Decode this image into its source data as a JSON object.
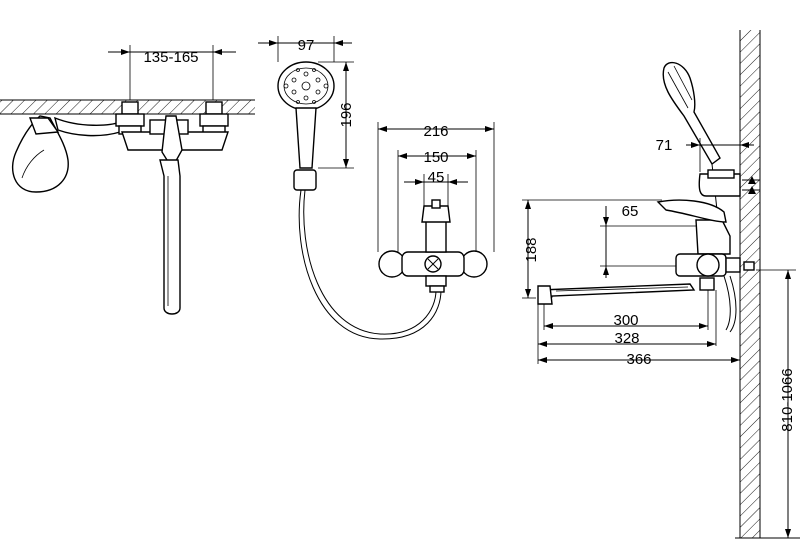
{
  "dimensions": {
    "deck_spacing": "135-165",
    "handshower_width": "97",
    "handshower_height": "196",
    "mixer_overall_width": "216",
    "mixer_center_spacing": "150",
    "diverter_width": "45",
    "height_188": "188",
    "height_65": "65",
    "spout_300": "300",
    "spout_328": "328",
    "spout_366": "366",
    "holder_71": "71",
    "mount_height": "810-1066"
  }
}
